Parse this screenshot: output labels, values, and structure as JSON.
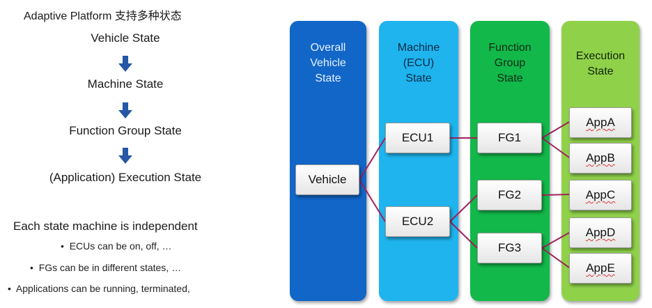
{
  "left": {
    "heading": "Adaptive Platform 支持多种状态",
    "levels": [
      "Vehicle State",
      "Machine State",
      "Function Group State",
      "(Application) Execution State"
    ],
    "independence_title": "Each state machine is independent",
    "bullets": [
      "ECUs can be on, off, …",
      "FGs can be in different states, …",
      "Applications can be running, terminated,"
    ]
  },
  "columns": [
    {
      "lines": [
        "Overall",
        "Vehicle",
        "State"
      ],
      "color": "#1166c8"
    },
    {
      "lines": [
        "Machine",
        "(ECU)",
        "State"
      ],
      "color": "#1fb4ee"
    },
    {
      "lines": [
        "Function",
        "Group",
        "State"
      ],
      "color": "#12b84a"
    },
    {
      "lines": [
        "Execution",
        "State"
      ],
      "color": "#8fd24a"
    }
  ],
  "boxes": {
    "vehicle": "Vehicle",
    "ecus": [
      "ECU1",
      "ECU2"
    ],
    "fgs": [
      "FG1",
      "FG2",
      "FG3"
    ],
    "apps": [
      "AppA",
      "AppB",
      "AppC",
      "AppD",
      "AppE"
    ]
  },
  "colors": {
    "link": "#a0205a",
    "arrow": "#2457a5"
  }
}
